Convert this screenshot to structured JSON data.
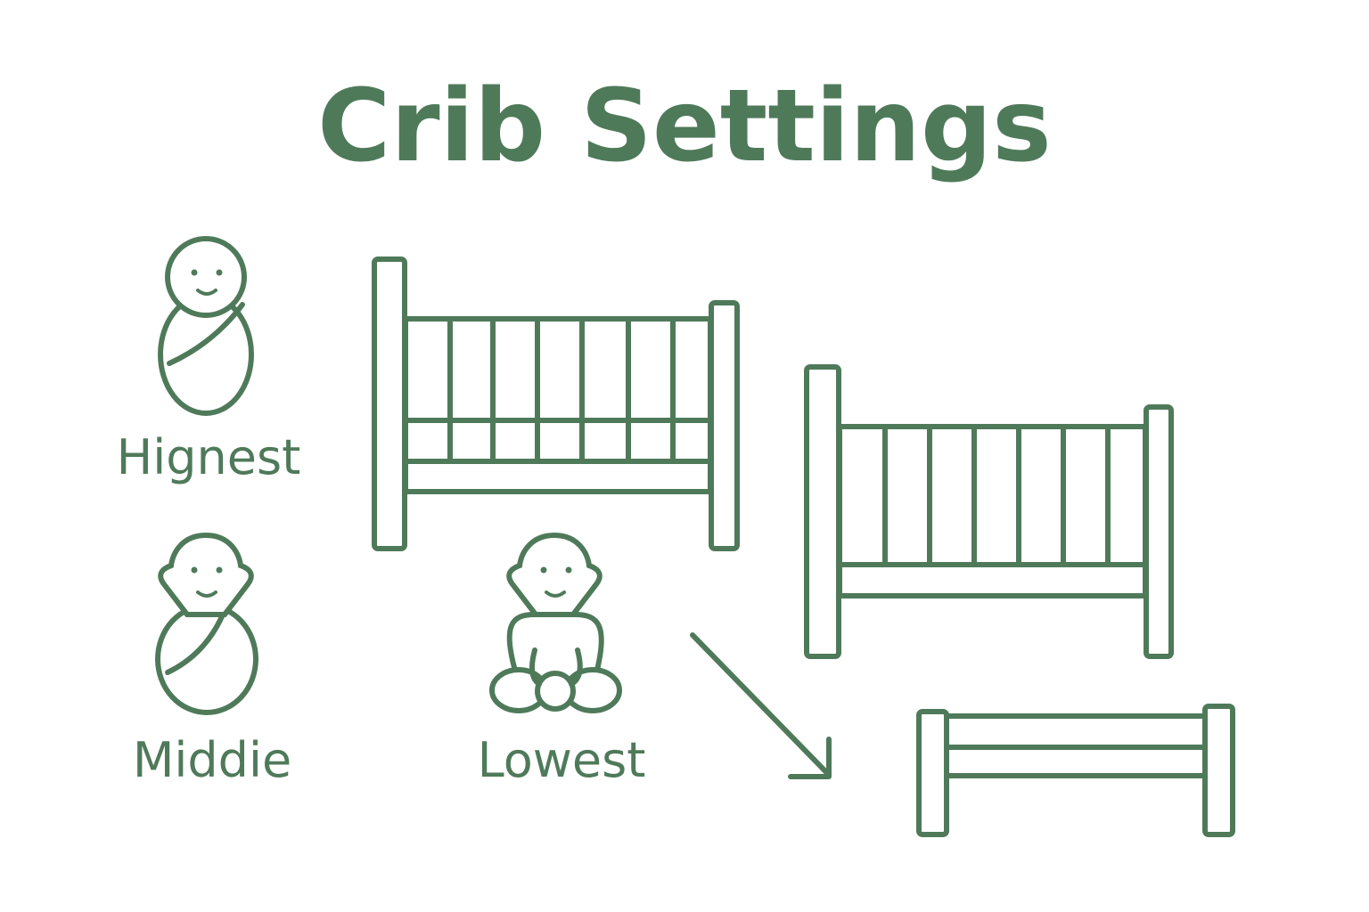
{
  "title": "Crib Settings",
  "labels": {
    "highest": "Hignest",
    "middle": "Middie",
    "lowest": "Lowest"
  },
  "colors": {
    "primary": "#4f7a5a",
    "background": "#ffffff"
  }
}
